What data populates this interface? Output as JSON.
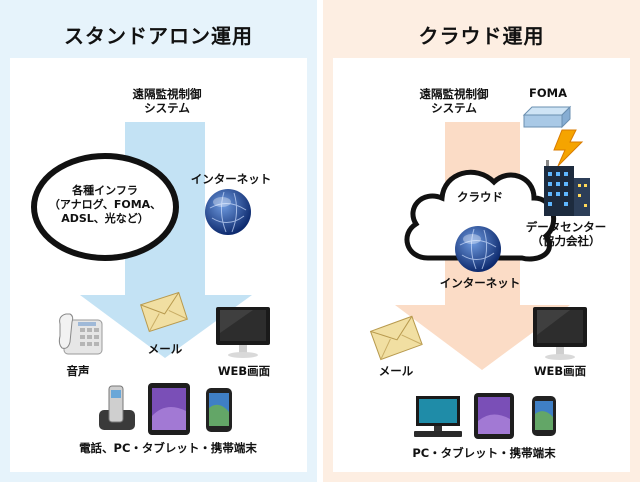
{
  "left_panel": {
    "title": "スタンドアロン運用",
    "monitoring_line1": "遠隔監視制御",
    "monitoring_line2": "システム",
    "infra_line1": "各種インフラ",
    "infra_line2": "（アナログ、FOMA、",
    "infra_line3": "ADSL、光など）",
    "internet": "インターネット",
    "mail": "メール",
    "phone": "音声",
    "web": "WEB画面",
    "devices": "電話、PC・タブレット・携帯端末"
  },
  "right_panel": {
    "title": "クラウド運用",
    "monitoring_line1": "遠隔監視制御",
    "monitoring_line2": "システム",
    "foma": "FOMA",
    "cloud": "クラウド",
    "datacenter_line1": "データセンター",
    "datacenter_line2": "（協力会社）",
    "internet": "インターネット",
    "mail": "メール",
    "web": "WEB画面",
    "devices": "PC・タブレット・携帯端末"
  },
  "colors": {
    "left_bg": "#e6f3fb",
    "right_bg": "#fdeee2",
    "left_arrow": "#c3e2f4",
    "right_arrow": "#fbdcc6",
    "globe": "#1c3f8e"
  }
}
